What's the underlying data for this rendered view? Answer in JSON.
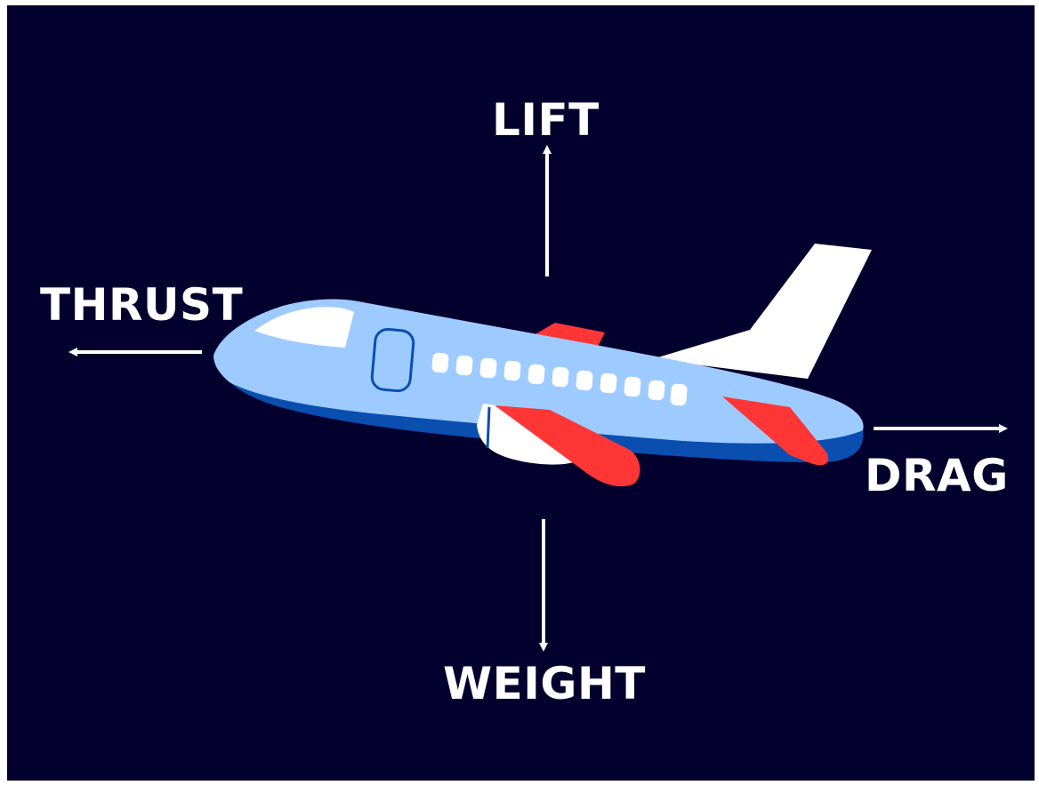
{
  "forces": {
    "lift": "LIFT",
    "thrust": "THRUST",
    "drag": "DRAG",
    "weight": "WEIGHT"
  },
  "colors": {
    "background": "#04002e",
    "arrows": "#ffffff",
    "fuselage_light": "#9ecbff",
    "fuselage_dark": "#0a4fb0",
    "wings": "#ff3636",
    "tail": "#ffffff"
  },
  "icons": {
    "airplane": "airplane-icon"
  }
}
